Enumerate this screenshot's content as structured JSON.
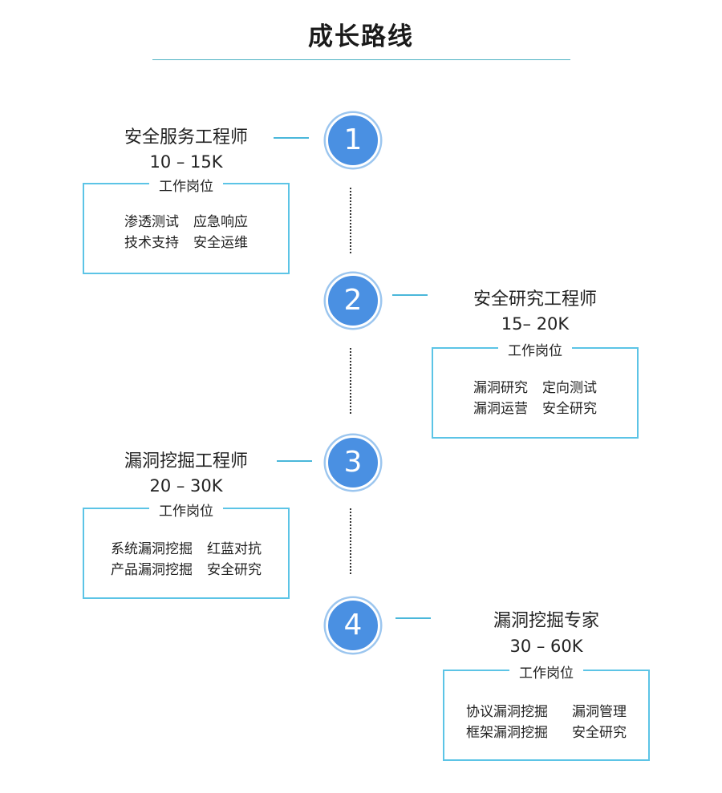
{
  "title": "成长路线",
  "stages": [
    {
      "number": "1",
      "role": "安全服务工程师",
      "salary": "10 – 15K",
      "box_label": "工作岗位",
      "duties": [
        [
          "渗透测试",
          "应急响应"
        ],
        [
          "技术支持",
          "安全运维"
        ]
      ]
    },
    {
      "number": "2",
      "role": "安全研究工程师",
      "salary": "15– 20K",
      "box_label": "工作岗位",
      "duties": [
        [
          "漏洞研究",
          "定向测试"
        ],
        [
          "漏洞运营",
          "安全研究"
        ]
      ]
    },
    {
      "number": "3",
      "role": "漏洞挖掘工程师",
      "salary": "20 – 30K",
      "box_label": "工作岗位",
      "duties": [
        [
          "系统漏洞挖掘",
          "红蓝对抗"
        ],
        [
          "产品漏洞挖掘",
          "安全研究"
        ]
      ]
    },
    {
      "number": "4",
      "role": "漏洞挖掘专家",
      "salary": "30 – 60K",
      "box_label": "工作岗位",
      "duties": [
        [
          "协议漏洞挖掘",
          "漏洞管理"
        ],
        [
          "框架漏洞挖掘",
          "安全研究"
        ]
      ]
    }
  ],
  "colors": {
    "node": "#4a90e2",
    "accent": "#5cc4e6",
    "rule": "#4fb3c4"
  }
}
